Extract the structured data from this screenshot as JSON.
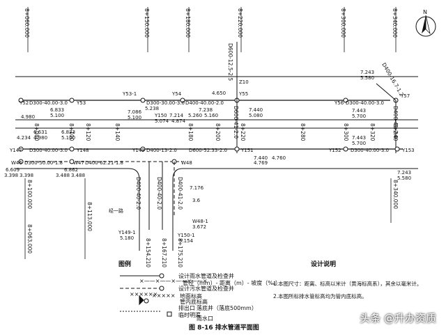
{
  "stations_top": [
    "8+060.000",
    "8+150.000",
    "8+180.000",
    "8+220.000",
    "8+300.000",
    "8+340.000"
  ],
  "north_label": "N",
  "road": {
    "stations_band": [
      "8+080",
      "8+100",
      "8+120",
      "8+140",
      "8+180",
      "8+200",
      "8+220",
      "8+280",
      "8+300",
      "8+320",
      "8+340"
    ],
    "top_pipe": {
      "nodes": [
        "Y52",
        "Y53",
        "Y53-1",
        "Y54",
        "Y55",
        "Y56",
        "Y57",
        "Z10"
      ],
      "pipe_labels": [
        "D300-40.00-3.0",
        "D300-30.00-3.0",
        "D400-40.00-2.0",
        "D300-40.00-3.0"
      ],
      "levels": [
        "6.833",
        "5.100",
        "4.980",
        "7.086",
        "5.238",
        "5.100",
        "Y150",
        "7.214",
        "5.074",
        "7.238",
        "4.874",
        "5.260",
        "5.160",
        "4.650",
        "7.440",
        "5.080",
        "7.443",
        "5.700",
        "7.243",
        "5.580"
      ],
      "vertical_labels": [
        "D600-12.5-2.5",
        "D600-41-2.0",
        "D400-16.7-1.2",
        "D400-41-2.0"
      ]
    },
    "bottom_pipe": {
      "nodes": [
        "Y147",
        "Y148",
        "Y149",
        "Y151",
        "Y152",
        "Y153",
        "W46",
        "W47",
        "W48"
      ],
      "pipe_labels": [
        "D300-40.00-3.0",
        "D400-13-2.0",
        "D600-52.33-2.0",
        "D300-40.00-3.0",
        "D300-50.00-1.8",
        "D400-62.21-1.8"
      ],
      "levels": [
        "6.631",
        "4.234",
        "4.980",
        "6.833",
        "5.100",
        "6.609",
        "3.398",
        "3.398",
        "6.862",
        "3.488",
        "3.488",
        "7.440",
        "4.769",
        "4.760",
        "7.443",
        "5.700",
        "7.243",
        "5.580"
      ]
    },
    "side_road_label": "经一路",
    "side_stations": [
      "8+100.000",
      "8+063.000",
      "8+113.000",
      "8+154.210",
      "8+167.210",
      "8+175.210",
      "8+340.000"
    ],
    "side_nodes": [
      "Y149-1",
      "5.180",
      "Y150-1",
      "5.154",
      "W48-1",
      "3.672",
      "7.176",
      "3.6"
    ],
    "side_vertical_labels": [
      "D400-40-2.0",
      "D400-40-2.0",
      "D400-41-2.0"
    ]
  },
  "legend": {
    "title": "图例",
    "items": [
      "设计雨水管道及检查井",
      "管径（mm）- 距离（m）- 坡度（‰）",
      "设计污水管道及检查井",
      "地面标高",
      "管内底标高",
      "排出口",
      "临时明渠",
      "落底井（落底500mm）",
      "雨水口"
    ],
    "symbols": [
      "×——×——×——×——×",
      "×××××",
      "××××××"
    ]
  },
  "notes": {
    "title": "设计说明",
    "lines": [
      "1.本图尺寸：距离、标高以米计（黄海标高系），其余以毫米计。",
      "2.本图所标排水管标高均为管内底标高。"
    ]
  },
  "caption": "图 8-16    排水管道平面图",
  "watermark": "头条 @升办资质"
}
